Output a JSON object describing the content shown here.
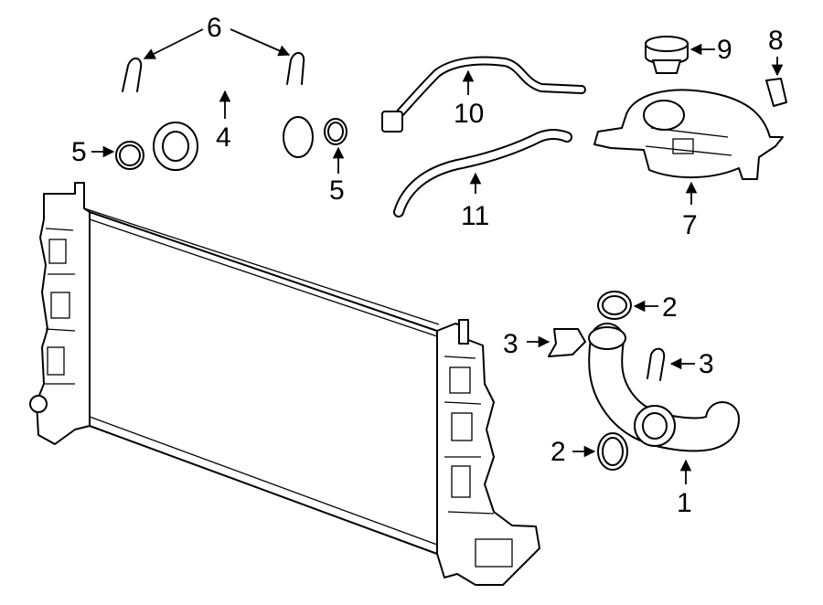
{
  "callouts": {
    "c1": "1",
    "c2a": "2",
    "c2b": "2",
    "c3a": "3",
    "c3b": "3",
    "c4": "4",
    "c5a": "5",
    "c5b": "5",
    "c6": "6",
    "c7": "7",
    "c8": "8",
    "c9": "9",
    "c10": "10",
    "c11": "11"
  }
}
